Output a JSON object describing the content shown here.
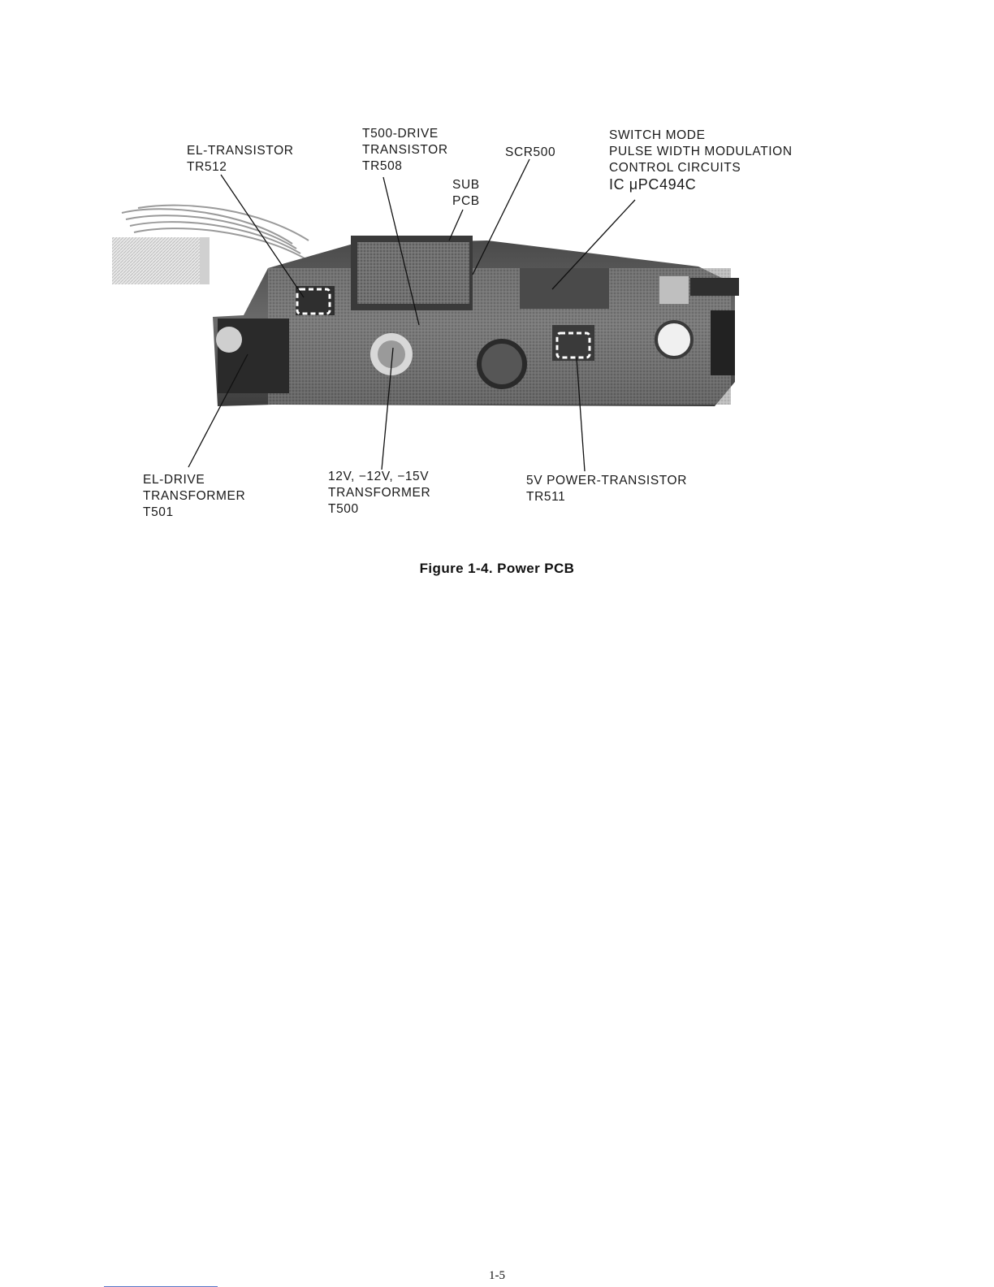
{
  "labels": {
    "el_transistor": [
      "EL-TRANSISTOR",
      "TR512"
    ],
    "t500_drive": [
      "T500-DRIVE",
      "TRANSISTOR",
      "TR508"
    ],
    "sub_pcb": [
      "SUB",
      "PCB"
    ],
    "scr500": "SCR500",
    "switch_mode": [
      "SWITCH MODE",
      "PULSE WIDTH MODULATION",
      "CONTROL CIRCUITS",
      "IC μPC494C"
    ],
    "el_drive": [
      "EL-DRIVE",
      "TRANSFORMER",
      "T501"
    ],
    "t500": [
      "12V, −12V, −15V",
      "TRANSFORMER",
      "T500"
    ],
    "power_transistor": [
      "5V POWER-TRANSISTOR",
      "TR511"
    ]
  },
  "caption": "Figure 1-4. Power PCB",
  "page_number": "1-5"
}
